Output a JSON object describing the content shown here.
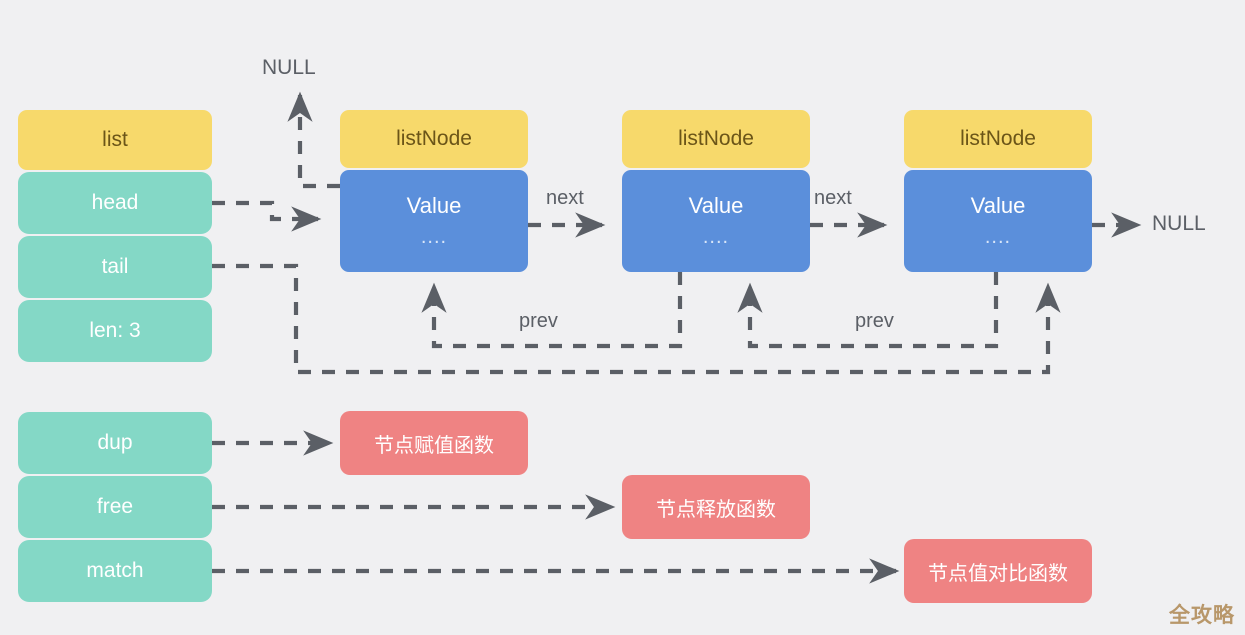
{
  "diagram": {
    "title": "Redis list / listNode structure diagram",
    "background": "#f0f0f2",
    "colors": {
      "header_yellow": "#f7d96b",
      "field_green": "#84d8c6",
      "node_blue": "#5b8fdb",
      "callback_red": "#ef8383",
      "wire_gray": "#5b5f66",
      "watermark_tan": "#b8976a"
    }
  },
  "list_struct": {
    "header": "list",
    "fields": [
      {
        "label": "head"
      },
      {
        "label": "tail"
      },
      {
        "label": "len: 3"
      }
    ]
  },
  "nodes": [
    {
      "header": "listNode",
      "value": "Value",
      "dots": "...."
    },
    {
      "header": "listNode",
      "value": "Value",
      "dots": "...."
    },
    {
      "header": "listNode",
      "value": "Value",
      "dots": "...."
    }
  ],
  "edge_labels": {
    "next1": "next",
    "next2": "next",
    "prev1": "prev",
    "prev2": "prev",
    "null_top": "NULL",
    "null_right": "NULL"
  },
  "callbacks_struct": {
    "fields": [
      {
        "label": "dup"
      },
      {
        "label": "free"
      },
      {
        "label": "match"
      }
    ]
  },
  "callbacks": [
    {
      "label": "节点赋值函数"
    },
    {
      "label": "节点释放函数"
    },
    {
      "label": "节点值对比函数"
    }
  ],
  "watermark": {
    "text": "全攻略"
  }
}
